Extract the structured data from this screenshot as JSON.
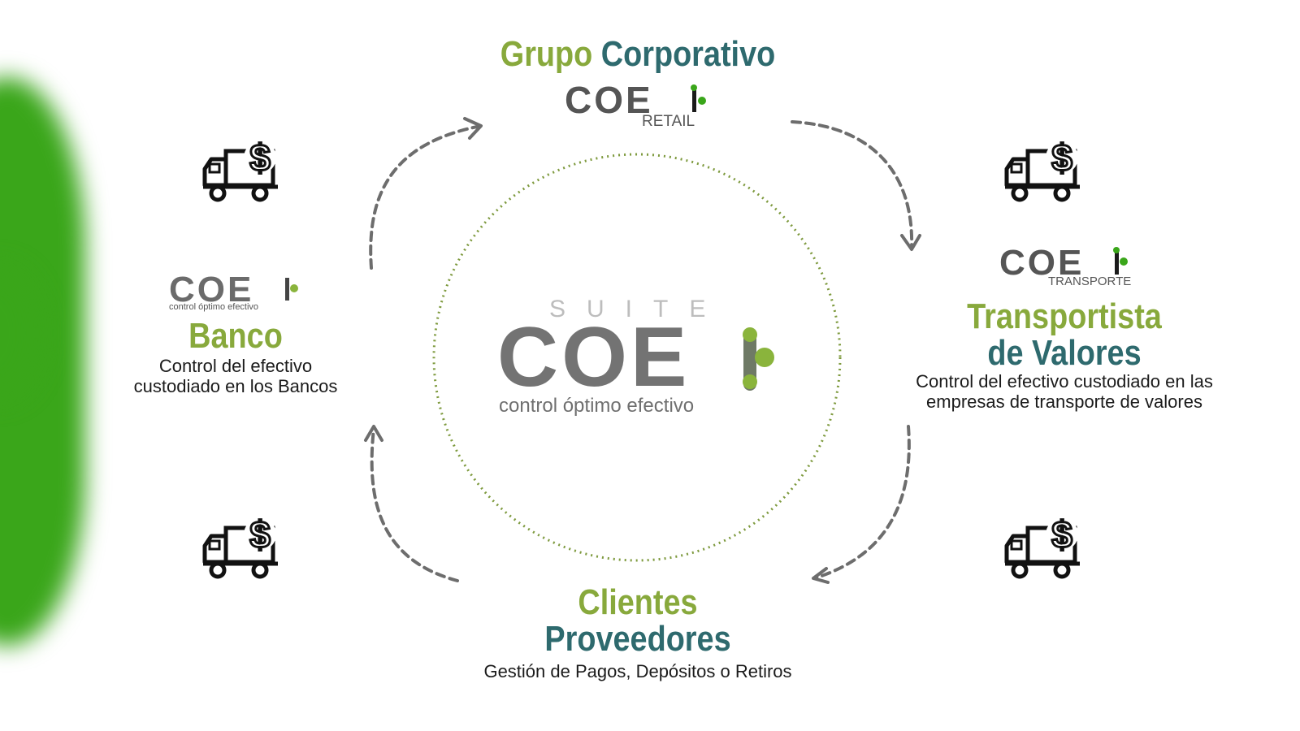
{
  "top": {
    "title_part1": "Grupo",
    "title_part2": "Corporativo",
    "logo_word": "COE",
    "logo_sub": "RETAIL"
  },
  "left": {
    "logo_word": "COE",
    "logo_sub": "control óptimo efectivo",
    "title": "Banco",
    "desc_line1": "Control del efectivo",
    "desc_line2": "custodiado en los Bancos"
  },
  "right": {
    "logo_word": "COE",
    "logo_sub": "TRANSPORTE",
    "title_line1": "Transportista",
    "title_line2": "de Valores",
    "desc_line1": "Control del efectivo custodiado en las",
    "desc_line2": "empresas de transporte de valores"
  },
  "bottom": {
    "title_line1": "Clientes",
    "title_line2": "Proveedores",
    "desc": "Gestión de Pagos, Depósitos o Retiros"
  },
  "center": {
    "suite": "SUITE",
    "logo_word": "COE",
    "tagline": "control óptimo efectivo"
  },
  "colors": {
    "green": "#88a93c",
    "teal": "#2e6a6e",
    "brand_green": "#3aa61a",
    "logo_gray": "#6b6b6b"
  },
  "icons": [
    "truck-dollar-icon",
    "arrow-icon",
    "coe-dot-icon"
  ]
}
